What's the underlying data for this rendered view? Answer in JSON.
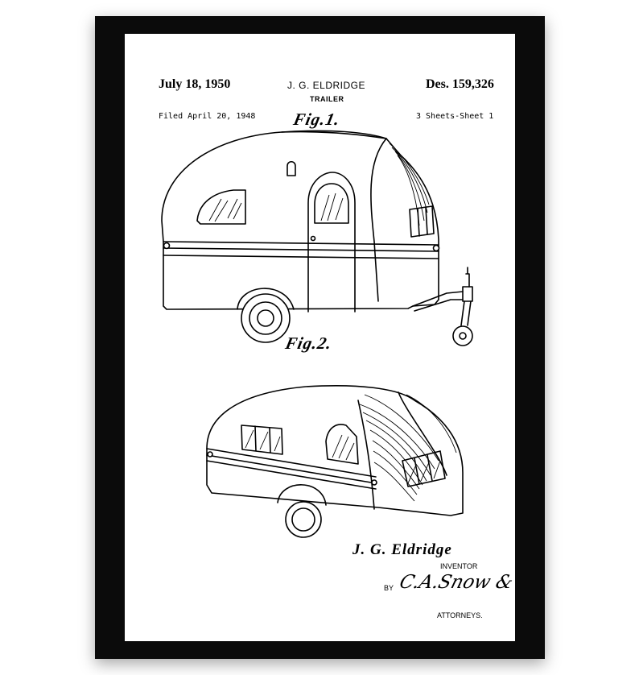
{
  "header": {
    "date": "July 18, 1950",
    "inventor": "J. G. ELDRIDGE",
    "patent_number": "Des. 159,326",
    "title": "TRAILER",
    "filed": "Filed April 20, 1948",
    "sheets": "3 Sheets-Sheet 1"
  },
  "figures": {
    "fig1_label": "Fig.1.",
    "fig2_label": "Fig.2."
  },
  "signature": {
    "inventor_name": "J. G. Eldridge",
    "inventor_label": "INVENTOR",
    "by_label": "BY",
    "attorney_signature": "C.A.Snow & Co.",
    "attorneys_label": "ATTORNEYS."
  },
  "colors": {
    "frame": "#0b0b0b",
    "paper": "#ffffff",
    "ink": "#000000"
  }
}
